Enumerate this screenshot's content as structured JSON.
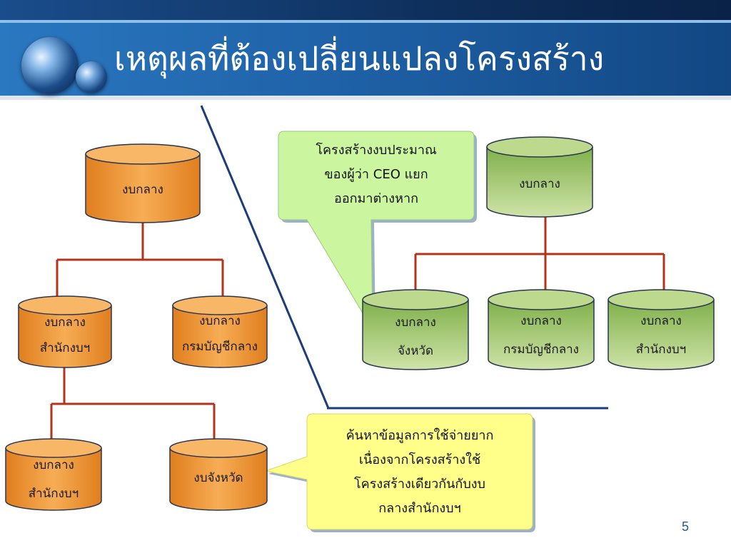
{
  "title": "เหตุผลที่ต้องเปลี่ยนแปลงโครงสร้าง",
  "page_number": "5",
  "colors": {
    "orange": "#f0a04a",
    "green": "#9cc56a",
    "connector": "#b0351c",
    "divider": "#1c3e78",
    "callout_green": "#ccf5a0",
    "callout_yellow": "#ffff8a"
  },
  "left_tree": {
    "root": "งบกลาง",
    "middle_left": [
      "งบกลาง",
      "สำนักงบฯ"
    ],
    "middle_right": [
      "งบกลาง",
      "กรมบัญชีกลาง"
    ],
    "bottom_left": [
      "งบกลาง",
      "สำนักงบฯ"
    ],
    "bottom_right": "งบจังหวัด"
  },
  "right_tree": {
    "root": "งบกลาง",
    "child_1": [
      "งบกลาง",
      "จังหวัด"
    ],
    "child_2": [
      "งบกลาง",
      "กรมบัญชีกลาง"
    ],
    "child_3": [
      "งบกลาง",
      "สำนักงบฯ"
    ]
  },
  "callout_top": [
    "โครงสร้างงบประมาณ",
    "ของผู้ว่า CEO แยก",
    "ออกมาต่างหาก"
  ],
  "callout_bottom": [
    "ค้นหาข้อมูลการใช้จ่ายยาก",
    "เนื่องจากโครงสร้างใช้",
    "โครงสร้างเดียวกันกับงบ",
    "กลางสำนักงบฯ"
  ]
}
